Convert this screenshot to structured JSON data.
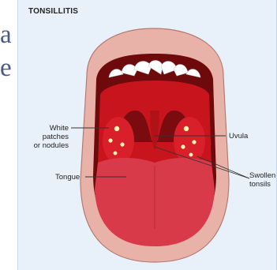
{
  "background": {
    "line1": "a",
    "line2": "e"
  },
  "diagram": {
    "title": "TONSILLITIS",
    "labels": {
      "white_patches": [
        "White",
        "patches",
        "or nodules"
      ],
      "uvula": "Uvula",
      "swollen_tonsils": [
        "Swollen",
        "tonsils"
      ],
      "tongue": "Tongue"
    }
  },
  "colors": {
    "lips": "#e9b2a9",
    "mouth_dark": "#6e0a0c",
    "throat_red": "#c8141c",
    "tongue": "#d83a4a",
    "teeth": "#ffffff",
    "background": "#e8f1f9"
  }
}
